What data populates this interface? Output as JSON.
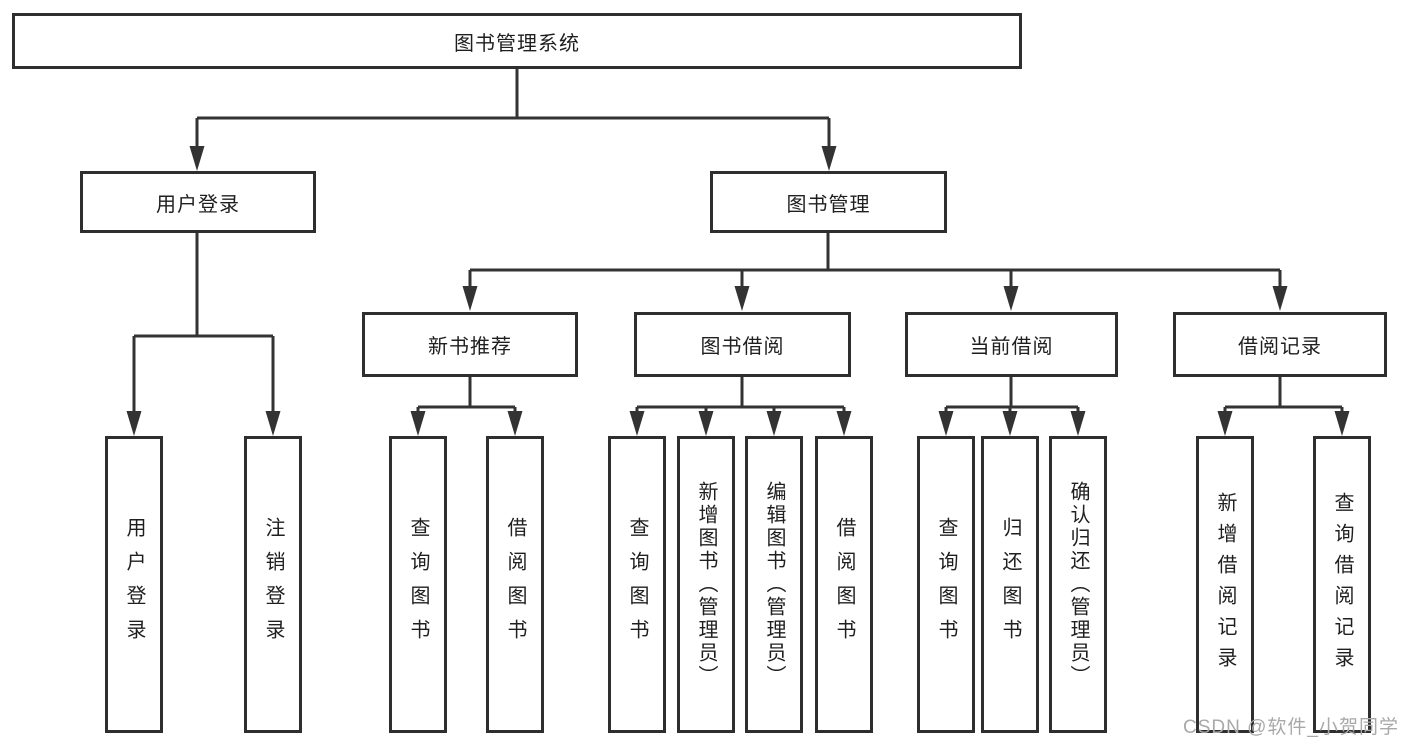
{
  "colors": {
    "line": "#333333",
    "box_border": "#2e2e2e",
    "text": "#1f1f1f",
    "watermark": "#a9a9a9",
    "background": "#ffffff"
  },
  "watermark": {
    "text": "CSDN @软件_小贺同学"
  },
  "tree": {
    "root": {
      "label": "图书管理系统",
      "children": [
        {
          "label": "用户登录",
          "children": [
            {
              "label": "用户登录"
            },
            {
              "label": "注销登录"
            }
          ]
        },
        {
          "label": "图书管理",
          "children": [
            {
              "label": "新书推荐",
              "children": [
                {
                  "label": "查询图书"
                },
                {
                  "label": "借阅图书"
                }
              ]
            },
            {
              "label": "图书借阅",
              "children": [
                {
                  "label": "查询图书"
                },
                {
                  "label": "新增图书（管理员）"
                },
                {
                  "label": "编辑图书（管理员）"
                },
                {
                  "label": "借阅图书"
                }
              ]
            },
            {
              "label": "当前借阅",
              "children": [
                {
                  "label": "查询图书"
                },
                {
                  "label": "归还图书"
                },
                {
                  "label": "确认归还（管理员）"
                }
              ]
            },
            {
              "label": "借阅记录",
              "children": [
                {
                  "label": "新增借阅记录"
                },
                {
                  "label": "查询借阅记录"
                }
              ]
            }
          ]
        }
      ]
    }
  }
}
